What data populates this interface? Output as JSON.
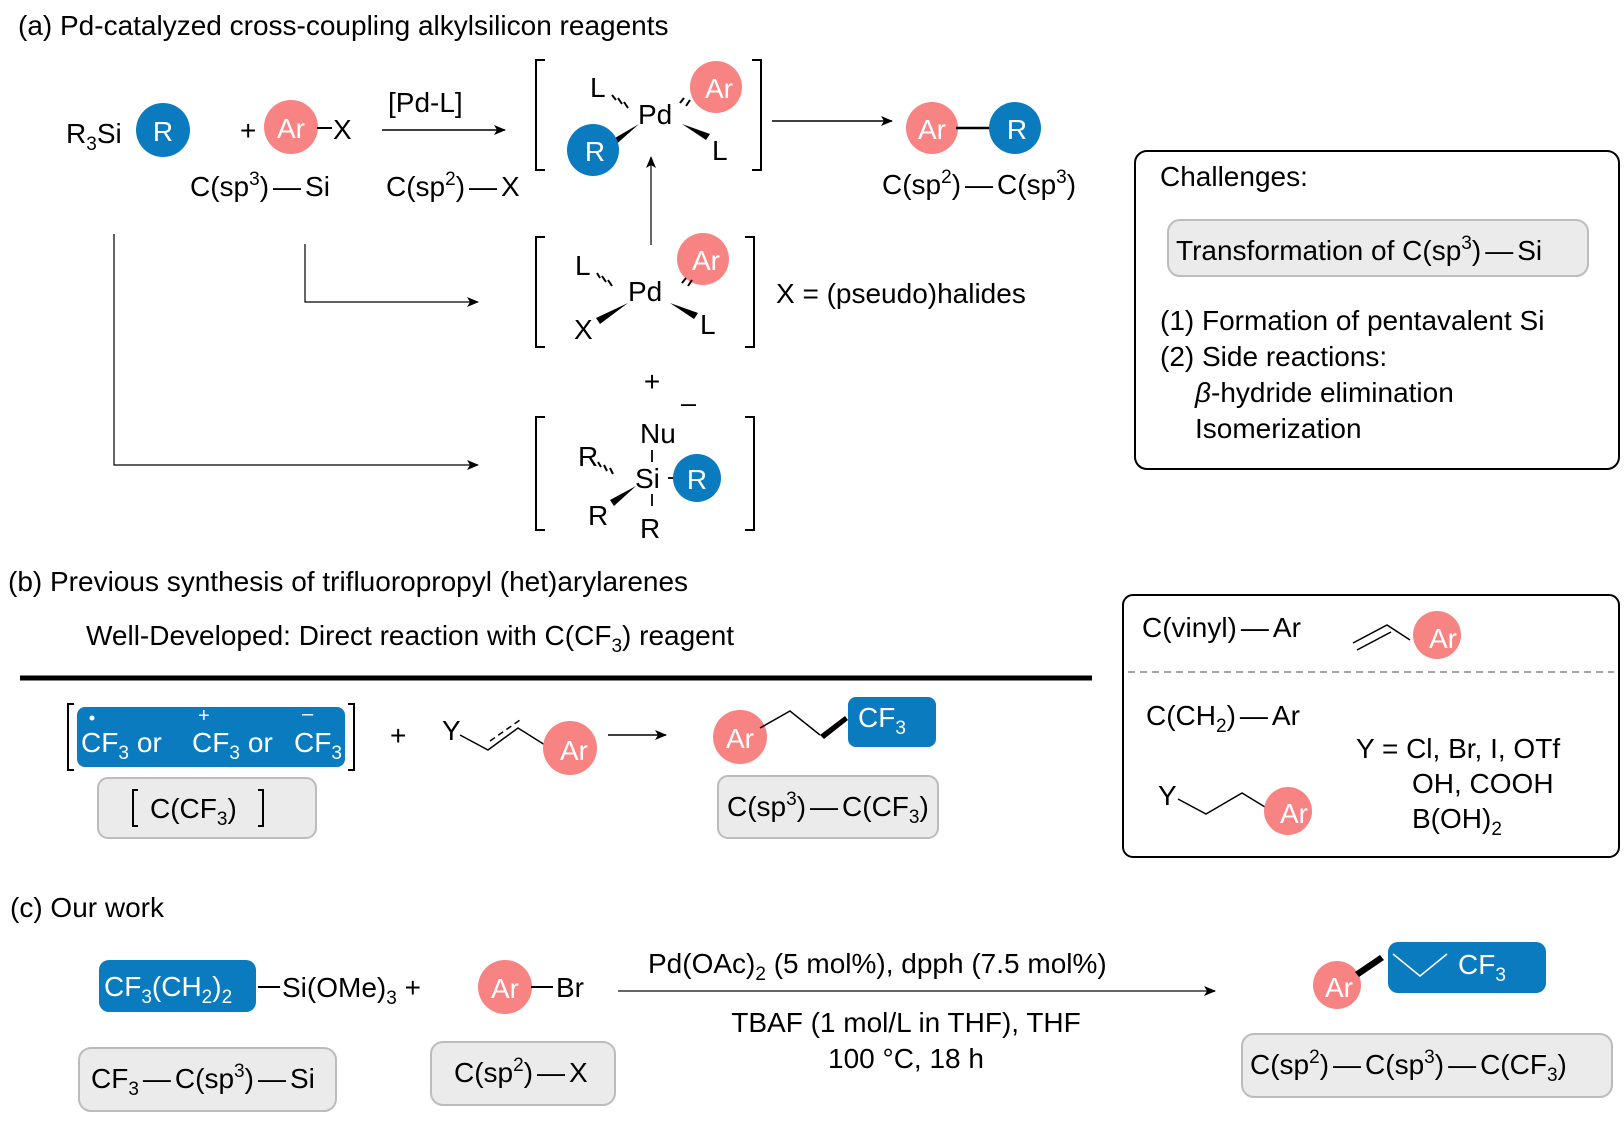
{
  "colors": {
    "ar": "#f88383",
    "r": "#0a7bbf",
    "gray_box": "#ebebeb",
    "gray_border": "#bcbcbc"
  },
  "section_a": {
    "title": "(a) Pd-catalyzed cross-coupling alkylsilicon reagents",
    "reagent1_prefix": "R",
    "reagent1_sub": "3",
    "reagent1_si": "Si",
    "r_label": "R",
    "ar_label": "Ar",
    "plus": "+",
    "x_label": "X",
    "reagent1_bond": [
      "C(sp",
      "3",
      ")",
      "—",
      "Si"
    ],
    "reagent2_bond": [
      "C(sp",
      "2",
      ")",
      "—",
      "X"
    ],
    "catalyst": "[Pd-L]",
    "pd": "Pd",
    "l": "L",
    "product_bond": [
      "C(sp",
      "2",
      ")",
      "—",
      "C(sp",
      "3",
      ")"
    ],
    "x_note": "X = (pseudo)halides",
    "nu": "Nu",
    "si": "Si",
    "minus": "–"
  },
  "challenges": {
    "title": "Challenges:",
    "highlight": [
      "Transformation of C(sp",
      "3",
      ")",
      "—",
      "Si"
    ],
    "items": [
      "(1) Formation of pentavalent Si",
      "(2) Side reactions:"
    ],
    "beta": "β",
    "sub_items": [
      "-hydride elimination",
      "Isomerization"
    ]
  },
  "section_b": {
    "title": "(b) Previous synthesis of trifluoropropyl (het)arylarenes",
    "subtitle": [
      "Well-Developed: Direct reaction with C(CF",
      "3",
      ") reagent"
    ],
    "cf3": "CF",
    "three": "3",
    "or": "or",
    "reagent_label": [
      "C(CF",
      "3",
      ")"
    ],
    "y_label": "Y",
    "product_bond": [
      "C(sp",
      "3",
      ")",
      "—",
      "C(CF",
      "3",
      ")"
    ],
    "box": {
      "vinyl": [
        "C(vinyl)",
        "—",
        "Ar"
      ],
      "ch2": [
        "C(CH",
        "2",
        ")",
        "—",
        "Ar"
      ],
      "y_list": [
        "Y = Cl, Br, I, OTf",
        "OH, COOH",
        "B(OH)"
      ],
      "y_list_sub": "2"
    }
  },
  "section_c": {
    "title": "(c) Our work",
    "reagent1": [
      "CF",
      "3",
      "(CH",
      "2",
      ")",
      "2"
    ],
    "reagent1_tail": [
      "Si(OMe)",
      "3",
      " +"
    ],
    "br": "Br",
    "cond_top": [
      "Pd(OAc)",
      "2",
      " (5 mol%), dpph (7.5 mol%)"
    ],
    "cond_bottom1": "TBAF (1 mol/L in THF), THF",
    "cond_bottom2": "100 °C, 18 h",
    "label1": [
      "CF",
      "3",
      "—",
      "C(sp",
      "3",
      ")",
      "—",
      "Si"
    ],
    "label2": [
      "C(sp",
      "2",
      ")",
      "—",
      "X"
    ],
    "product_label": [
      "C(sp",
      "2",
      ")",
      "—",
      "C(sp",
      "3",
      ")",
      "—",
      "C(CF",
      "3",
      ")"
    ]
  }
}
